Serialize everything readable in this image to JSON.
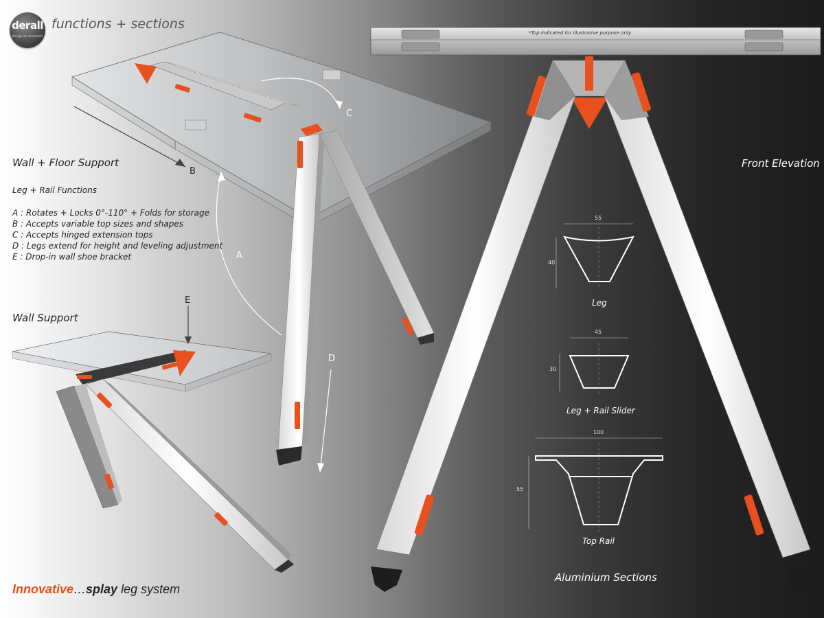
{
  "logo": {
    "word": "derall",
    "tagline": "design an elements"
  },
  "header": {
    "title": "functions + sections"
  },
  "left": {
    "wall_floor_title": "Wall + Floor Support",
    "functions_title": "Leg + Rail Functions",
    "functions": [
      "A : Rotates + Locks 0°-110° + Folds for storage",
      "B : Accepts variable top sizes and shapes",
      "C : Accepts hinged extension tops",
      "D : Legs extend for height and leveling adjustment",
      "E : Drop-in wall shoe bracket"
    ],
    "wall_support_title": "Wall Support"
  },
  "callouts": {
    "a": "A",
    "b": "B",
    "c": "C",
    "d": "D",
    "e": "E"
  },
  "front": {
    "note": "*Top indicated for illustrative purpose only",
    "title": "Front Elevation"
  },
  "sections": {
    "title": "Aluminium Sections",
    "leg": {
      "label": "Leg",
      "width": "55",
      "height": "40"
    },
    "slider": {
      "label": "Leg + Rail Slider",
      "width": "45",
      "height": "30"
    },
    "rail": {
      "label": "Top Rail",
      "width": "100",
      "height": "55"
    }
  },
  "footer": {
    "highlight": "Innovative",
    "dots": "…",
    "bold": "splay",
    "rest": " leg system"
  },
  "colors": {
    "accent": "#e8501e",
    "ink": "#222222",
    "leg_light": "#f2f2f2",
    "leg_shade": "#c4c4c4"
  }
}
